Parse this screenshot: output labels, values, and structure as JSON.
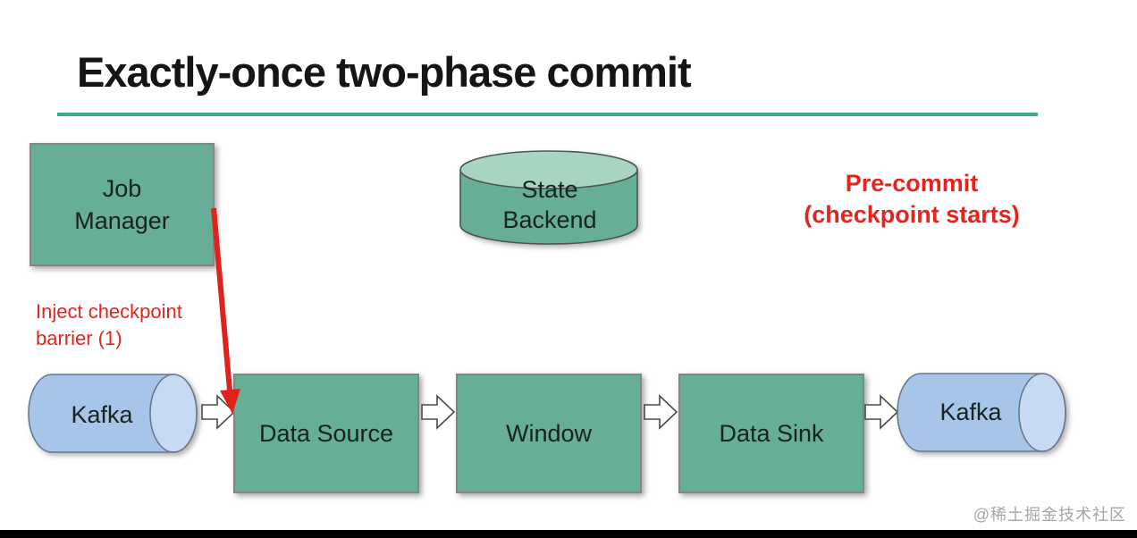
{
  "title": "Exactly-once two-phase commit",
  "nodes": {
    "job_manager": {
      "line1": "Job",
      "line2": "Manager"
    },
    "state_backend": {
      "line1": "State",
      "line2": "Backend"
    },
    "kafka_source": {
      "label": "Kafka"
    },
    "data_source": {
      "label": "Data Source"
    },
    "window": {
      "label": "Window"
    },
    "data_sink": {
      "label": "Data Sink"
    },
    "kafka_sink": {
      "label": "Kafka"
    }
  },
  "annotations": {
    "pre_commit": {
      "line1": "Pre-commit",
      "line2": "(checkpoint starts)"
    },
    "inject_barrier": {
      "line1": "Inject checkpoint",
      "line2": "barrier (1)"
    }
  },
  "watermark": "@稀土掘金技术社区",
  "colors": {
    "node_fill_teal": "#67ae96",
    "cylinder_top_teal": "#a8d4c2",
    "kafka_fill_blue": "#a6c5e8",
    "kafka_cap_blue": "#c7daf1",
    "annotation_red": "#e2251f",
    "underline_teal": "#3fab8e",
    "watermark_gray": "#a6a6a6"
  }
}
